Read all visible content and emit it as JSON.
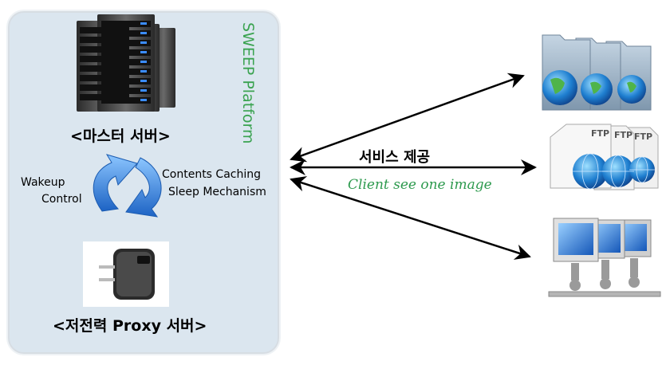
{
  "platform": {
    "name": "SWEEP Platform"
  },
  "master_server": {
    "label": "<마스터 서버>"
  },
  "proxy_server": {
    "label": "<저전력 Proxy 서버>"
  },
  "left_arrow": {
    "label_line1": "Wakeup",
    "label_line2": "Control"
  },
  "right_arrow": {
    "label_line1": "Contents Caching",
    "label_line2": "Sleep Mechanism"
  },
  "service": {
    "label": "서비스 제공",
    "subtitle": "Client see one image"
  },
  "clients": [
    {
      "icon": "web-folders-icon"
    },
    {
      "icon": "ftp-globe-icon"
    },
    {
      "icon": "networked-computers-icon"
    }
  ],
  "ftp_text": "FTP",
  "colors": {
    "panel": "#dbe6ef",
    "platform_text": "#3aa350",
    "subtitle": "#2d9a4e",
    "cycle_arrow": "#2b7fd6"
  }
}
